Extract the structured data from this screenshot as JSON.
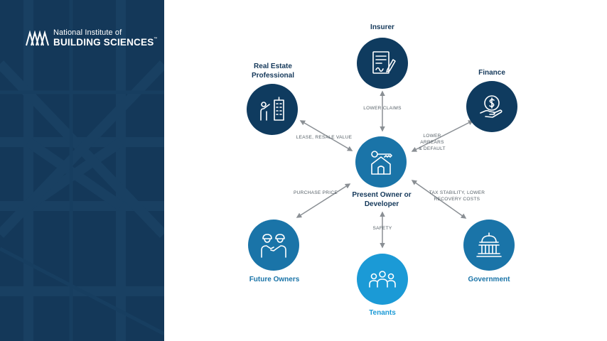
{
  "brand": {
    "line1": "National Institute of",
    "line2": "BUILDING SCIENCES",
    "tm": "™"
  },
  "nodes": {
    "insurer": {
      "label": "Insurer",
      "icon": "document-signature-icon"
    },
    "finance": {
      "label": "Finance",
      "icon": "dollar-hand-icon"
    },
    "real_estate": {
      "label": "Real Estate\nProfessional",
      "icon": "presenter-building-icon"
    },
    "owner": {
      "label": "Present Owner or\nDeveloper",
      "icon": "house-key-icon"
    },
    "future_owners": {
      "label": "Future Owners",
      "icon": "handshake-icon"
    },
    "tenants": {
      "label": "Tenants",
      "icon": "people-group-icon"
    },
    "government": {
      "label": "Government",
      "icon": "capitol-building-icon"
    }
  },
  "edges": {
    "insurer": "LOWER CLAIMS",
    "finance": "LOWER ARREARS\n& DEFAULT",
    "real_estate": "LEASE, RESALE VALUE",
    "future_owners": "PURCHASE PRICE",
    "tenants": "SAFETY",
    "government": "TAX STABILITY, LOWER\nRECOVERY COSTS"
  },
  "colors": {
    "panel": "#14385a",
    "dark_node": "#0f3b5f",
    "mid_node": "#1a74a8",
    "light_node": "#1b9ad6",
    "arrow": "#8a8f94"
  }
}
